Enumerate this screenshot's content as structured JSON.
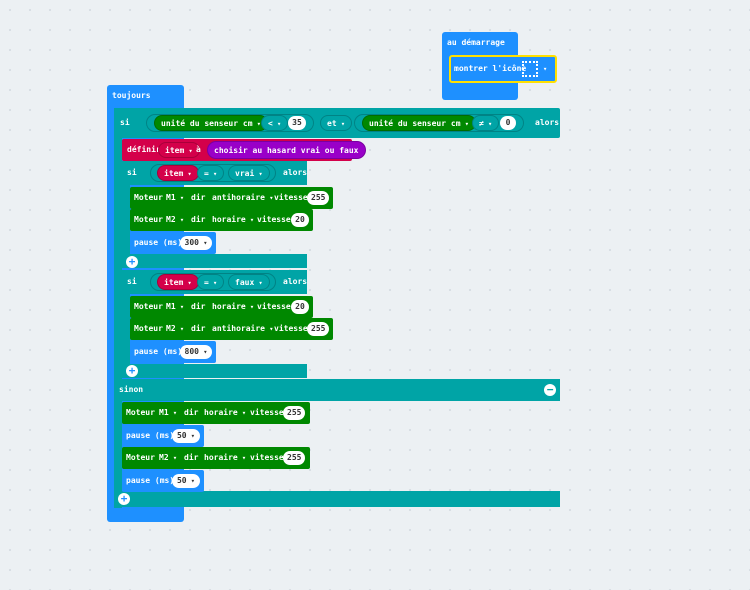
{
  "start_block": {
    "label": "au démarrage",
    "show_icon": "montrer l'icône",
    "icon_name": "square-led-icon"
  },
  "forever_block": {
    "label": "toujours"
  },
  "outer_if": {
    "si": "si",
    "sensor1": "unité du senseur  cm",
    "op1": "<",
    "val1": "35",
    "and": "et",
    "sensor2": "unité du senseur  cm",
    "op2": "≠",
    "val2": "0",
    "alors": "alors"
  },
  "set_item": {
    "definir": "définir",
    "var": "item",
    "a": "à",
    "value": "choisir au hasard vrai ou faux"
  },
  "if1": {
    "si": "si",
    "var": "item",
    "op": "=",
    "value": "vrai",
    "alors": "alors",
    "m1": {
      "label": "Moteur",
      "motor": "M1",
      "dir": "dir",
      "direction": "antihoraire",
      "vitesse": "vitesse",
      "speed": "255"
    },
    "m2": {
      "label": "Moteur",
      "motor": "M2",
      "dir": "dir",
      "direction": "horaire",
      "vitesse": "vitesse",
      "speed": "20"
    },
    "pause": {
      "label": "pause (ms)",
      "value": "300"
    }
  },
  "if2": {
    "si": "si",
    "var": "item",
    "op": "=",
    "value": "faux",
    "alors": "alors",
    "m1": {
      "label": "Moteur",
      "motor": "M1",
      "dir": "dir",
      "direction": "horaire",
      "vitesse": "vitesse",
      "speed": "20"
    },
    "m2": {
      "label": "Moteur",
      "motor": "M2",
      "dir": "dir",
      "direction": "antihoraire",
      "vitesse": "vitesse",
      "speed": "255"
    },
    "pause": {
      "label": "pause (ms)",
      "value": "800"
    }
  },
  "else_branch": {
    "sinon": "sinon",
    "m1": {
      "label": "Moteur",
      "motor": "M1",
      "dir": "dir",
      "direction": "horaire",
      "vitesse": "vitesse",
      "speed": "255"
    },
    "pause1": {
      "label": "pause (ms)",
      "value": "50"
    },
    "m2": {
      "label": "Moteur",
      "motor": "M2",
      "dir": "dir",
      "direction": "horaire",
      "vitesse": "vitesse",
      "speed": "255"
    },
    "pause2": {
      "label": "pause (ms)",
      "value": "50"
    }
  },
  "colors": {
    "basic": "#1e90ff",
    "logic": "#00a4a6",
    "motor": "#008800",
    "variable": "#d4004a",
    "random": "#9900c8",
    "selected_outline": "#ffe000"
  }
}
